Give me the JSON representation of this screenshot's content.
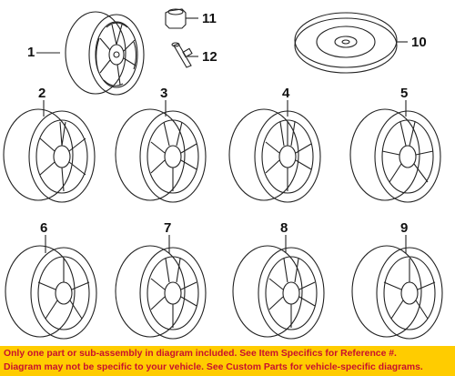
{
  "callouts": {
    "c1": "1",
    "c2": "2",
    "c3": "3",
    "c4": "4",
    "c5": "5",
    "c6": "6",
    "c7": "7",
    "c8": "8",
    "c9": "9",
    "c10": "10",
    "c11": "11",
    "c12": "12"
  },
  "banner": {
    "line1": "Only one part or sub-assembly in diagram included. See Item Specifics for Reference #.",
    "line2": "Diagram may not be specific to your vehicle. See Custom Parts for vehicle-specific diagrams."
  },
  "colors": {
    "banner_background": "#ffcc00",
    "banner_text": "#c8102e",
    "line_art": "#222222"
  }
}
